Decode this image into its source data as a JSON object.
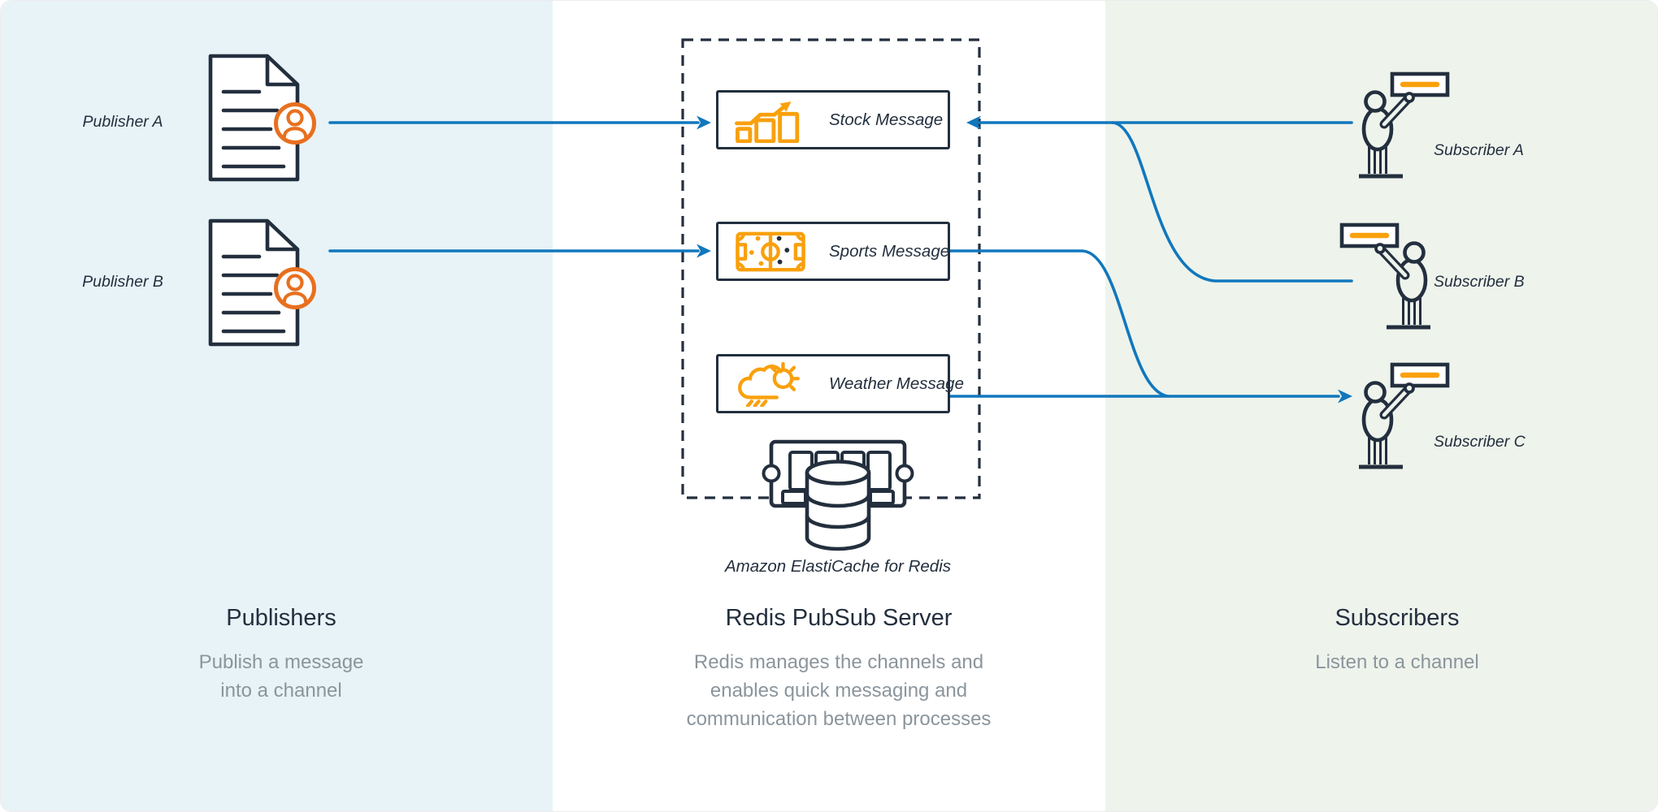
{
  "publishers_panel": {
    "title": "Publishers",
    "subtitle": "Publish a message\ninto a channel",
    "items": [
      {
        "label": "Publisher A",
        "icon": "document-user-icon"
      },
      {
        "label": "Publisher B",
        "icon": "document-user-icon"
      }
    ]
  },
  "server_panel": {
    "title": "Redis PubSub Server",
    "subtitle": "Redis manages the channels and\nenables quick messaging and\ncommunication between processes",
    "cache_caption": "Amazon ElastiCache for Redis",
    "cache_icon": "memory-chip-database-icon",
    "channels": [
      {
        "label": "Stock Message",
        "icon": "stock-chart-icon"
      },
      {
        "label": "Sports Message",
        "icon": "sports-field-icon"
      },
      {
        "label": "Weather Message",
        "icon": "weather-sun-rain-icon"
      }
    ]
  },
  "subscribers_panel": {
    "title": "Subscribers",
    "subtitle": "Listen to a channel",
    "items": [
      {
        "label": "Subscriber A",
        "icon": "person-raising-sign-icon"
      },
      {
        "label": "Subscriber B",
        "icon": "person-raising-sign-icon"
      },
      {
        "label": "Subscriber C",
        "icon": "person-raising-sign-icon"
      }
    ]
  },
  "colors": {
    "navy": "#232f3e",
    "amber": "#f9a00c",
    "badge_orange": "#e8701f",
    "arrow_blue": "#1077bd",
    "panel_blue": "#e7f3f7",
    "panel_green": "#eef3ec",
    "subtitle_gray": "#8b959c"
  }
}
